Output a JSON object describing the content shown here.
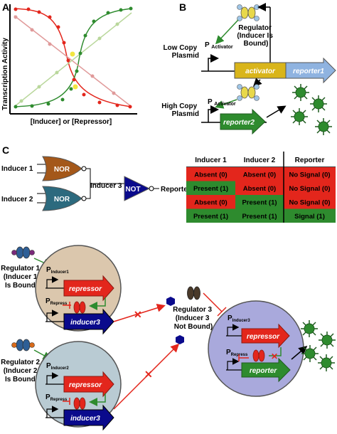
{
  "panels": {
    "a": "A",
    "b": "B",
    "c": "C"
  },
  "panel_a": {
    "ylabel": "Transcription Activity",
    "xlabel": "[Inducer] or [Repressor]"
  },
  "panel_b": {
    "regulator_top": [
      "Regulator",
      "(Inducer Is",
      "Bound)"
    ],
    "low_copy": [
      "Low Copy",
      "Plasmid"
    ],
    "high_copy": [
      "High Copy",
      "Plasmid"
    ],
    "promoter_p": "P",
    "promoter_sub": "Activator",
    "activator": "activator",
    "reporter1": "reporter1",
    "reporter2": "reporter2"
  },
  "panel_c": {
    "inducer1": "Inducer 1",
    "inducer2": "Inducer 2",
    "inducer3": "Inducer 3",
    "reporter": "Reporter",
    "nor": "NOR",
    "not": "NOT",
    "regulator1": [
      "Regulator 1",
      "(Inducer 1",
      "Is Bound)"
    ],
    "regulator2": [
      "Regulator 2",
      "(Inducer 2",
      "Is Bound)"
    ],
    "regulator3": [
      "Regulator 3",
      "(Inducer 3",
      "Not Bound)"
    ],
    "p_inducer1_sub": "Inducer1",
    "p_inducer2_sub": "Inducer2",
    "p_inducer3_sub": "Inducer3",
    "p_repress_sub": "Repress",
    "gene_repressor": "repressor",
    "gene_inducer3": "inducer3",
    "gene_reporter": "reporter"
  },
  "truth_table": {
    "headers": [
      "Inducer 1",
      "Inducer 2",
      "Reporter"
    ],
    "rows": [
      [
        "Absent (0)",
        "Absent (0)",
        "No Signal (0)"
      ],
      [
        "Present (1)",
        "Absent (0)",
        "No Signal (0)"
      ],
      [
        "Absent (0)",
        "Present (1)",
        "No Signal (0)"
      ],
      [
        "Present (1)",
        "Present (1)",
        "Signal (1)"
      ]
    ],
    "cell_colors": [
      [
        "#e3261c",
        "#e3261c",
        "#e3261c"
      ],
      [
        "#2e8b2e",
        "#e3261c",
        "#e3261c"
      ],
      [
        "#e3261c",
        "#2e8b2e",
        "#e3261c"
      ],
      [
        "#2e8b2e",
        "#2e8b2e",
        "#2e8b2e"
      ]
    ]
  },
  "colors": {
    "red": "#e3261c",
    "green": "#2e8b2e",
    "blue": "#0a0a8c",
    "activator_yellow": "#d9b51a",
    "reporter_blue": "#8fb3e0",
    "cell1": "#dbc7ad",
    "cell2": "#b9cbd3",
    "cell3": "#a9a9dc"
  }
}
